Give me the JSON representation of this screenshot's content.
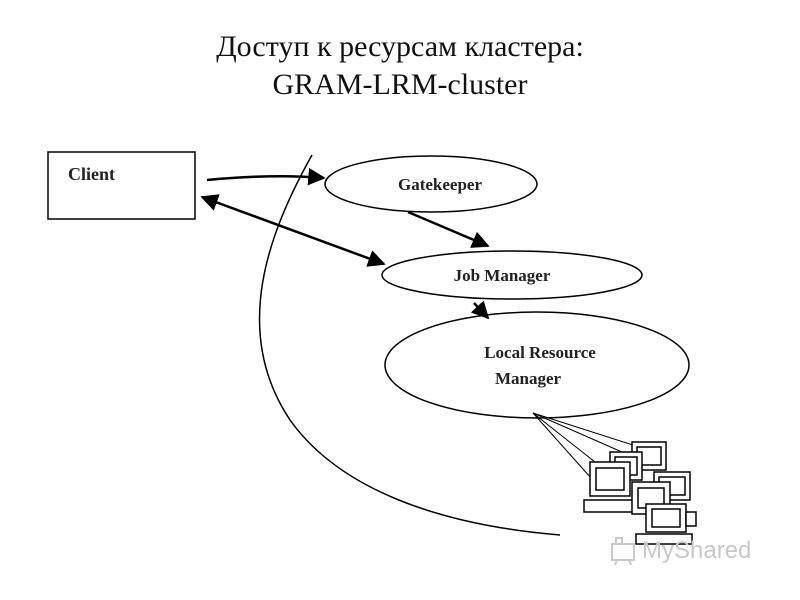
{
  "title": {
    "line1": "Доступ к ресурсам кластера:",
    "line2": "GRAM-LRM-cluster"
  },
  "nodes": {
    "client": "Client",
    "gatekeeper": "Gatekeeper",
    "job_manager": "Job Manager",
    "lrm_line1": "Local Resource",
    "lrm_line2": "Manager"
  },
  "watermark": "MyShared"
}
